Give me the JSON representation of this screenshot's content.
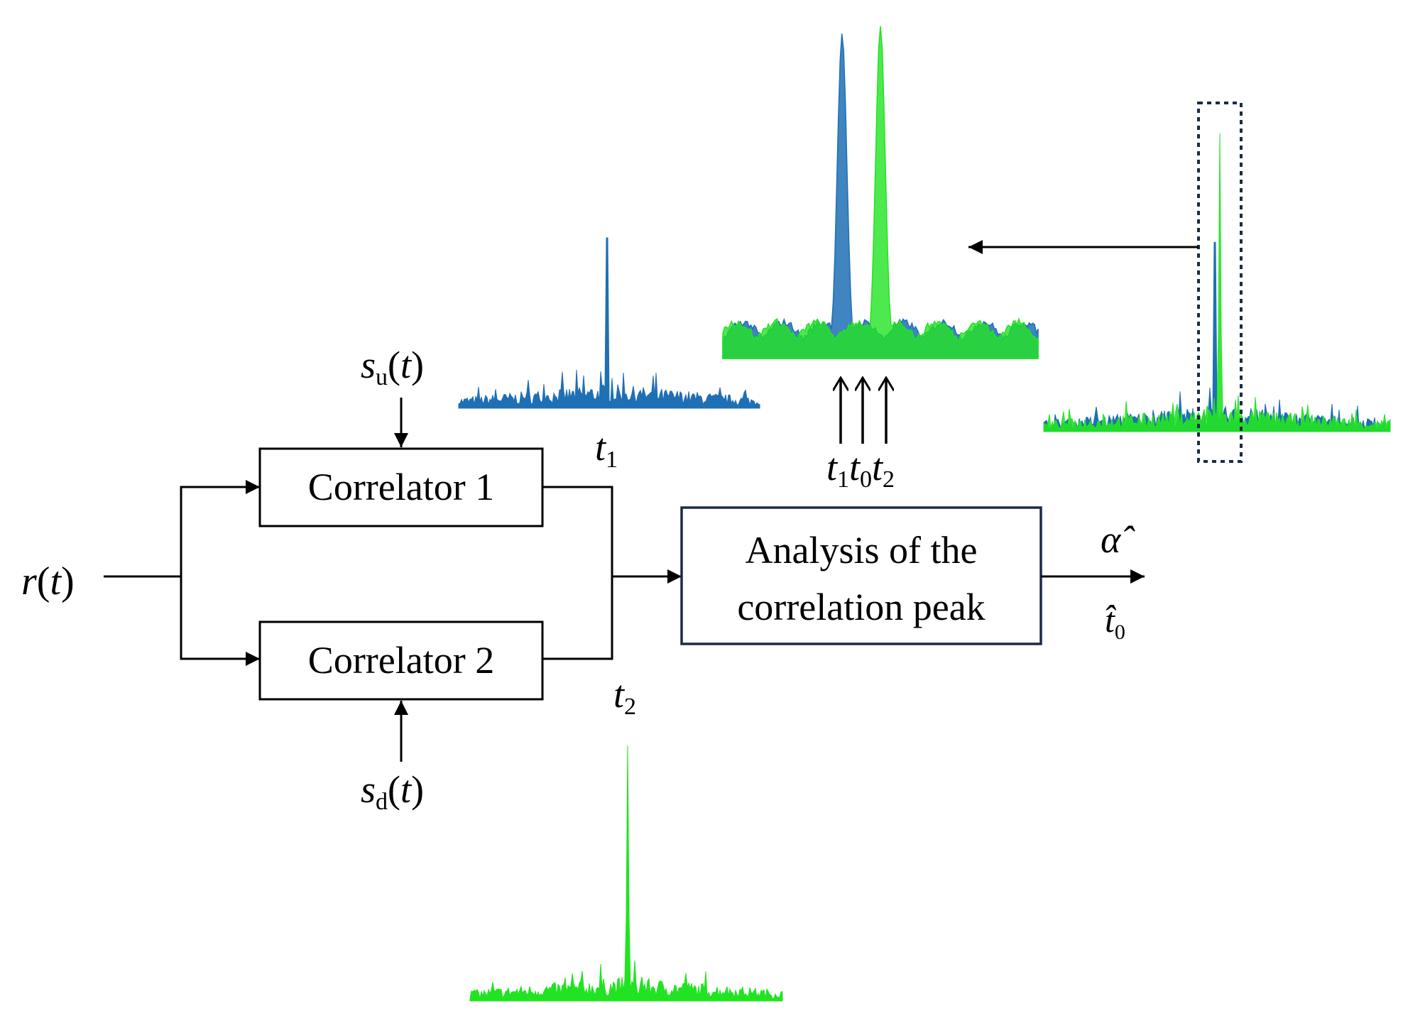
{
  "blocks": {
    "correlator1": "Correlator 1",
    "correlator2": "Correlator 2",
    "analysis_line1": "Analysis of the",
    "analysis_line2": "correlation peak"
  },
  "signals": {
    "input": {
      "base": "r",
      "arg": "(",
      "var": "t",
      "close": ")"
    },
    "ref_up": {
      "base": "s",
      "sub": "u",
      "open": "(",
      "var": "t",
      "close": ")"
    },
    "ref_down": {
      "base": "s",
      "sub": "d",
      "open": "(",
      "var": "t",
      "close": ")"
    },
    "t1": {
      "base": "t",
      "sub": "1"
    },
    "t2": {
      "base": "t",
      "sub": "2"
    },
    "zoom_labels": [
      {
        "base": "t",
        "sub": "1"
      },
      {
        "base": "t",
        "sub": "0"
      },
      {
        "base": "t",
        "sub": "2"
      }
    ],
    "out_alpha": "α̂",
    "out_t0": {
      "base": "t̂",
      "sub": "0"
    }
  },
  "colors": {
    "blue": "#1f6fb5",
    "green": "#22e322",
    "box_border": "#1c2a4a",
    "dotted": "#1c2a4a"
  }
}
